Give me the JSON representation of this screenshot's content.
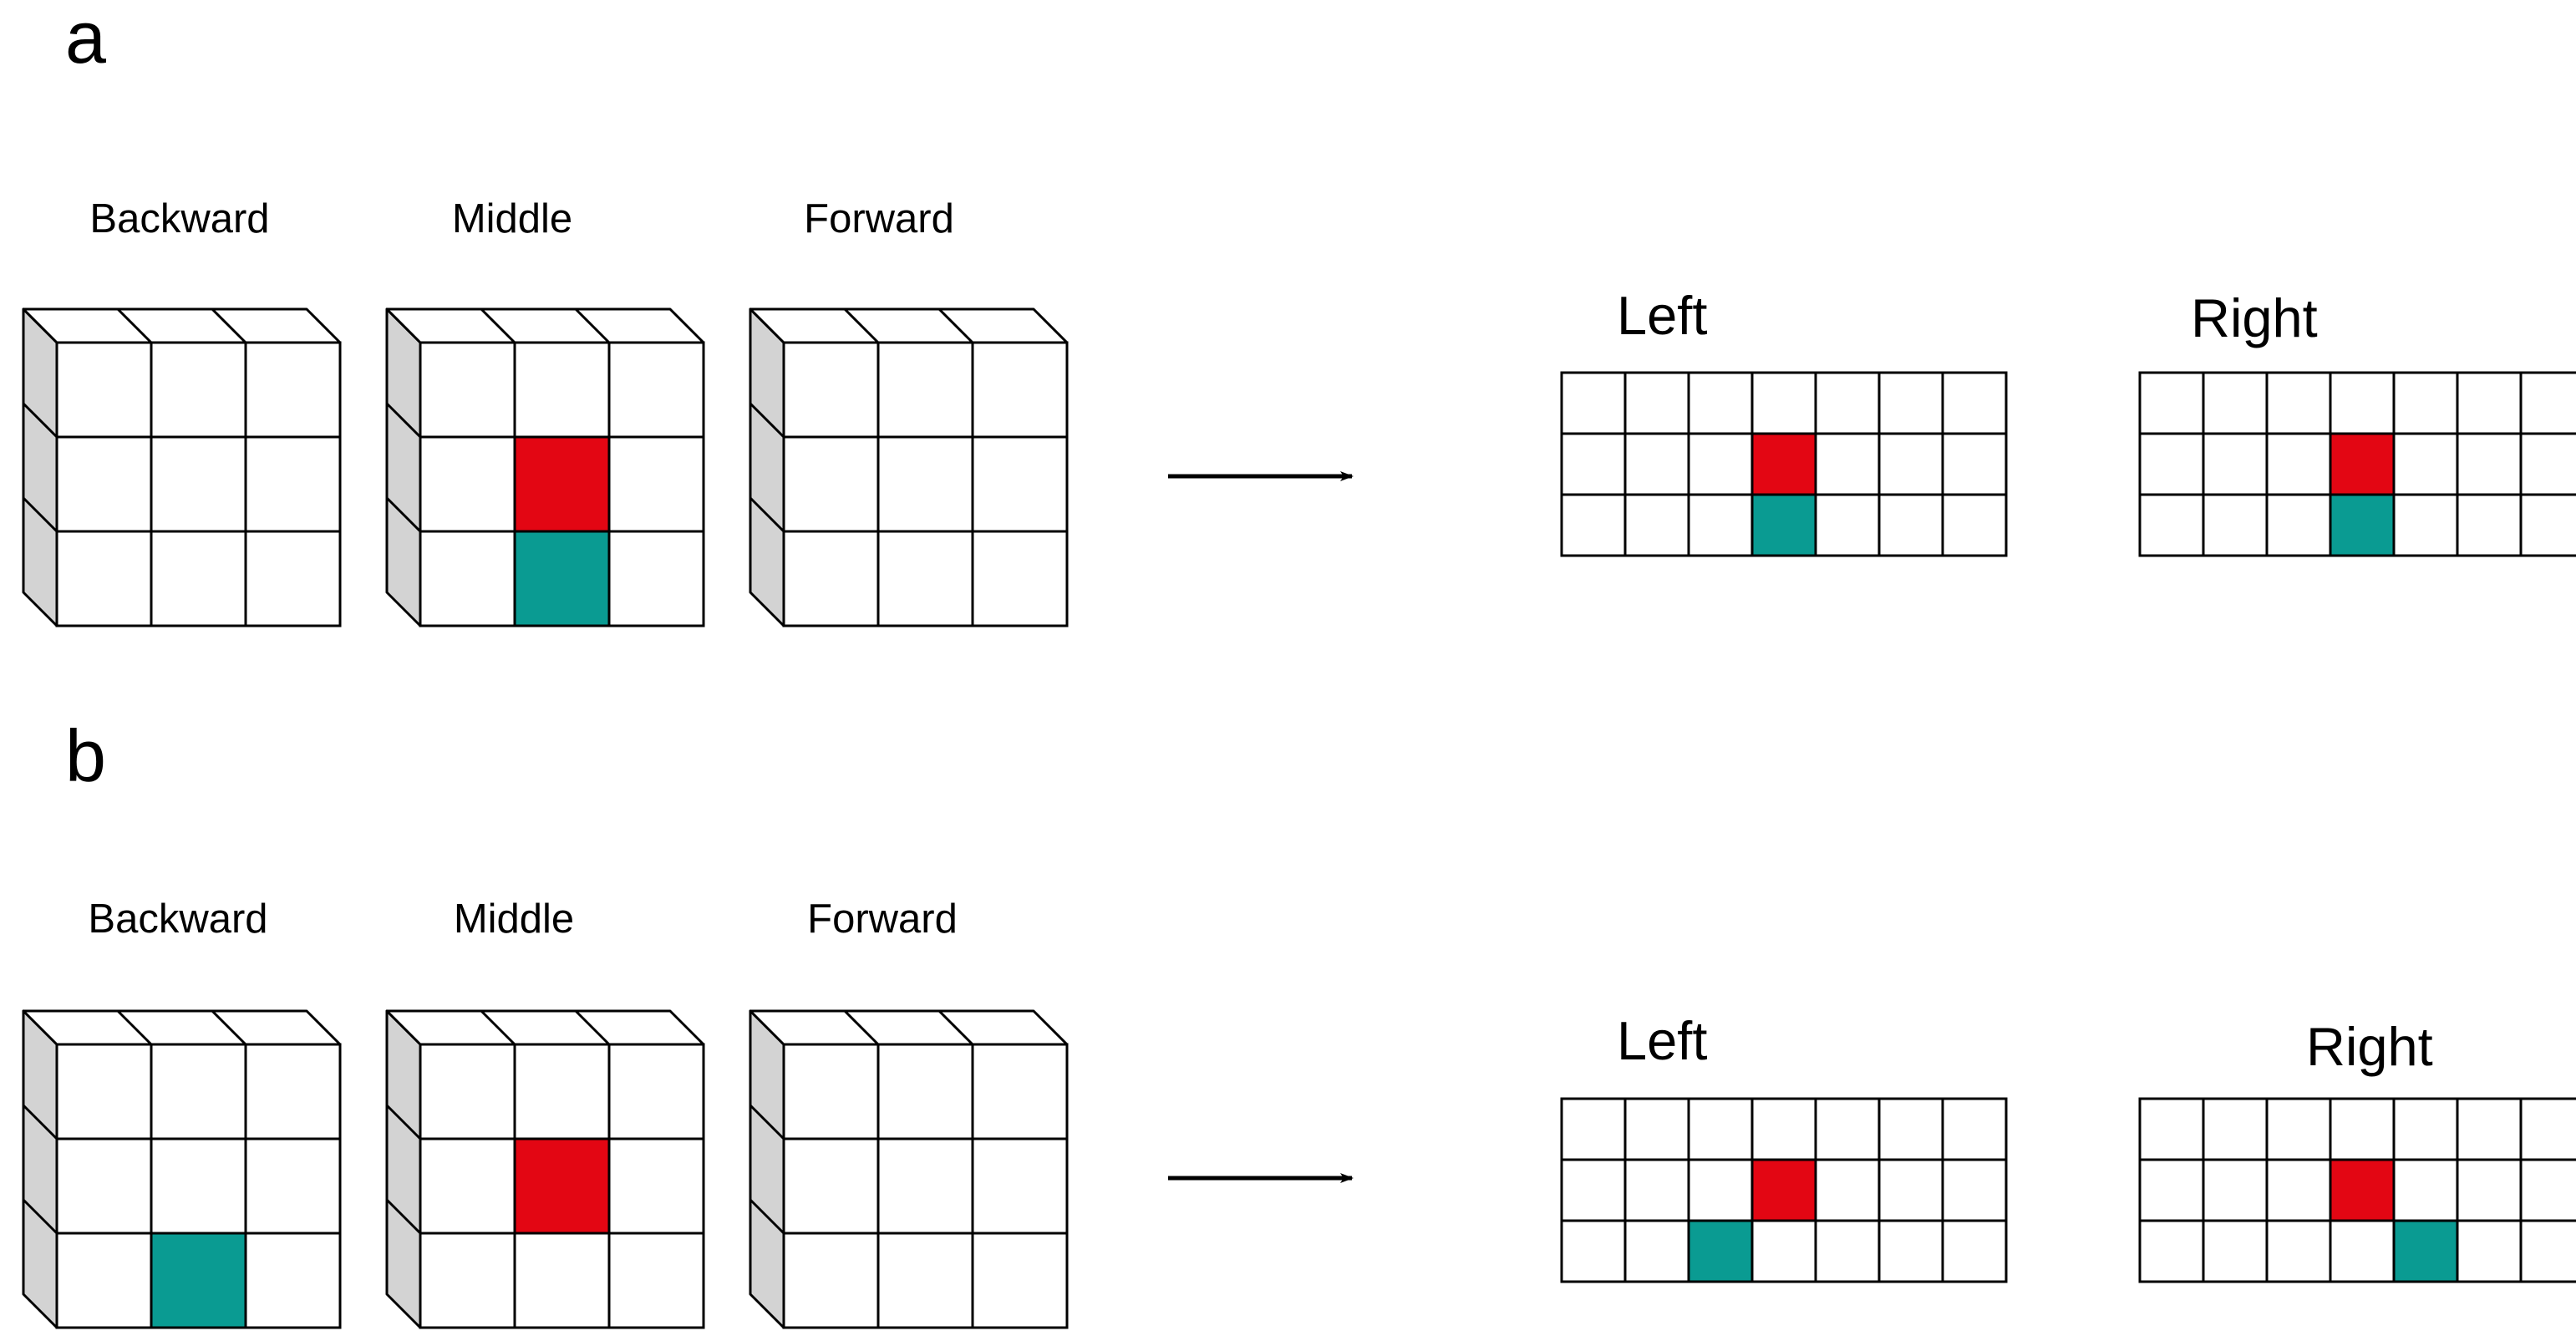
{
  "colors": {
    "red": "#e30613",
    "teal": "#0a9b92",
    "side_face": "#d3d3d3",
    "line": "#000000",
    "background": "#ffffff"
  },
  "panels": [
    {
      "letter": "a",
      "cubes": [
        {
          "label": "Backward",
          "cells": []
        },
        {
          "label": "Middle",
          "cells": [
            {
              "row": 1,
              "col": 1,
              "color": "red"
            },
            {
              "row": 2,
              "col": 1,
              "color": "teal"
            }
          ]
        },
        {
          "label": "Forward",
          "cells": []
        }
      ],
      "grids": [
        {
          "label": "Left",
          "cells": [
            {
              "row": 1,
              "col": 3,
              "color": "red"
            },
            {
              "row": 2,
              "col": 3,
              "color": "teal"
            }
          ]
        },
        {
          "label": "Right",
          "cells": [
            {
              "row": 1,
              "col": 3,
              "color": "red"
            },
            {
              "row": 2,
              "col": 3,
              "color": "teal"
            }
          ]
        }
      ]
    },
    {
      "letter": "b",
      "cubes": [
        {
          "label": "Backward",
          "cells": [
            {
              "row": 2,
              "col": 1,
              "color": "teal"
            }
          ]
        },
        {
          "label": "Middle",
          "cells": [
            {
              "row": 1,
              "col": 1,
              "color": "red"
            }
          ]
        },
        {
          "label": "Forward",
          "cells": []
        }
      ],
      "grids": [
        {
          "label": "Left",
          "cells": [
            {
              "row": 1,
              "col": 3,
              "color": "red"
            },
            {
              "row": 2,
              "col": 2,
              "color": "teal"
            }
          ]
        },
        {
          "label": "Right",
          "cells": [
            {
              "row": 1,
              "col": 3,
              "color": "red"
            },
            {
              "row": 2,
              "col": 4,
              "color": "teal"
            }
          ]
        }
      ]
    }
  ]
}
